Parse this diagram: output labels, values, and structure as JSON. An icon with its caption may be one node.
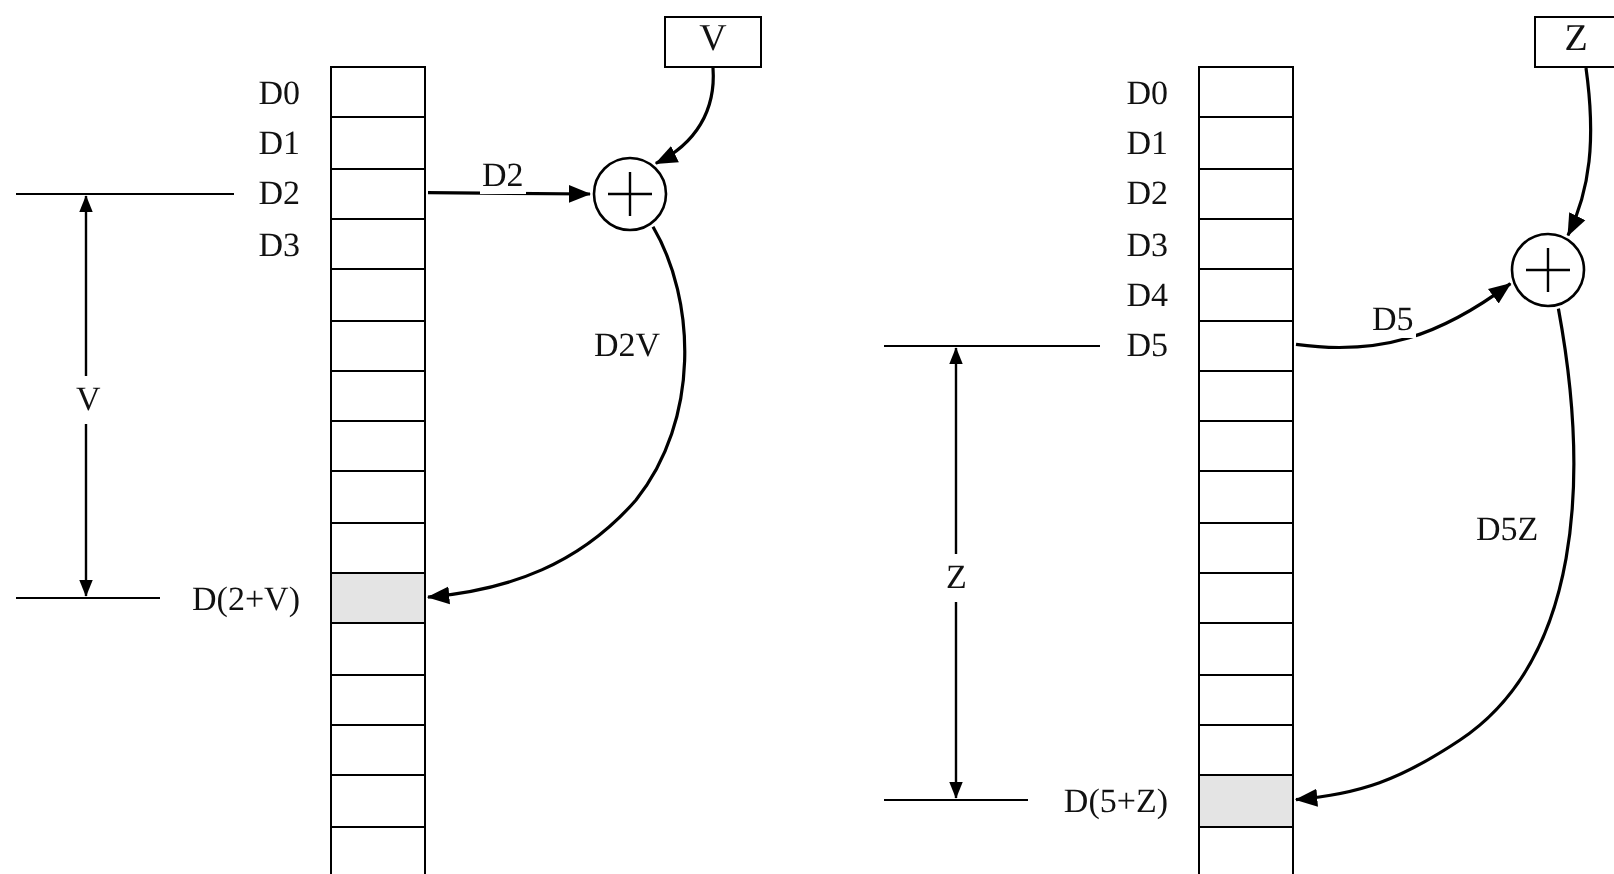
{
  "diagram": {
    "nodes": [
      {
        "text": [
          "V"
        ]
      },
      {
        "text": [],
        "shape": "circle"
      },
      {
        "text": [],
        "shape": "box",
        "beside": [
          "D0"
        ]
      },
      {
        "text": [],
        "shape": "box",
        "beside": [
          "D1"
        ]
      },
      {
        "text": [],
        "shape": "box",
        "beside": [
          "D2"
        ]
      },
      {
        "text": [],
        "shape": "box",
        "beside": [
          "D3"
        ]
      },
      {
        "text": [],
        "shape": "box"
      },
      {
        "text": [],
        "shape": "box"
      },
      {
        "text": [],
        "shape": "box"
      },
      {
        "text": [],
        "shape": "box"
      },
      {
        "text": [],
        "shape": "box"
      },
      {
        "text": [],
        "shape": "box"
      },
      {
        "text": [],
        "shape": "box",
        "beside": [
          "D(2+V)"
        ]
      },
      {
        "text": [],
        "shape": "box"
      },
      {
        "text": [],
        "shape": "box"
      },
      {
        "text": [],
        "shape": "box"
      },
      {
        "text": [],
        "shape": "box"
      },
      {
        "text": [],
        "shape": "box"
      },
      {
        "text": [
          "Z"
        ]
      },
      {
        "text": [],
        "shape": "circle"
      },
      {
        "text": [],
        "shape": "box",
        "beside": [
          "D0"
        ]
      },
      {
        "text": [],
        "shape": "box",
        "beside": [
          "D1"
        ]
      },
      {
        "text": [],
        "shape": "box",
        "beside": [
          "D2"
        ]
      },
      {
        "text": [],
        "shape": "box",
        "beside": [
          "D3"
        ]
      },
      {
        "text": [],
        "shape": "box",
        "beside": [
          "D4"
        ]
      },
      {
        "text": [],
        "shape": "box",
        "beside": [
          "D5"
        ]
      },
      {
        "text": [],
        "shape": "box"
      },
      {
        "text": [],
        "shape": "box"
      },
      {
        "text": [],
        "shape": "box"
      },
      {
        "text": [],
        "shape": "box"
      },
      {
        "text": [],
        "shape": "box"
      },
      {
        "text": [],
        "shape": "box"
      },
      {
        "text": [],
        "shape": "box"
      },
      {
        "text": [],
        "shape": "box"
      },
      {
        "text": [],
        "shape": "box",
        "beside": [
          "D(5+Z)"
        ]
      },
      {
        "text": [],
        "shape": "box"
      }
    ],
    "edges": [
      {
        "from": 4,
        "to": 1,
        "arrow": "to",
        "label": "D2"
      },
      {
        "from": 0,
        "to": 1,
        "arrow": "to"
      },
      {
        "from": 1,
        "to": 12,
        "arrow": "to",
        "label": "D2V"
      },
      {
        "from": 25,
        "to": 19,
        "arrow": "to",
        "label": "D5"
      },
      {
        "from": 18,
        "to": 19,
        "arrow": "to"
      },
      {
        "from": 19,
        "to": 34,
        "arrow": "to",
        "label": "D5Z"
      }
    ],
    "labels": [
      "V",
      "Z"
    ]
  }
}
